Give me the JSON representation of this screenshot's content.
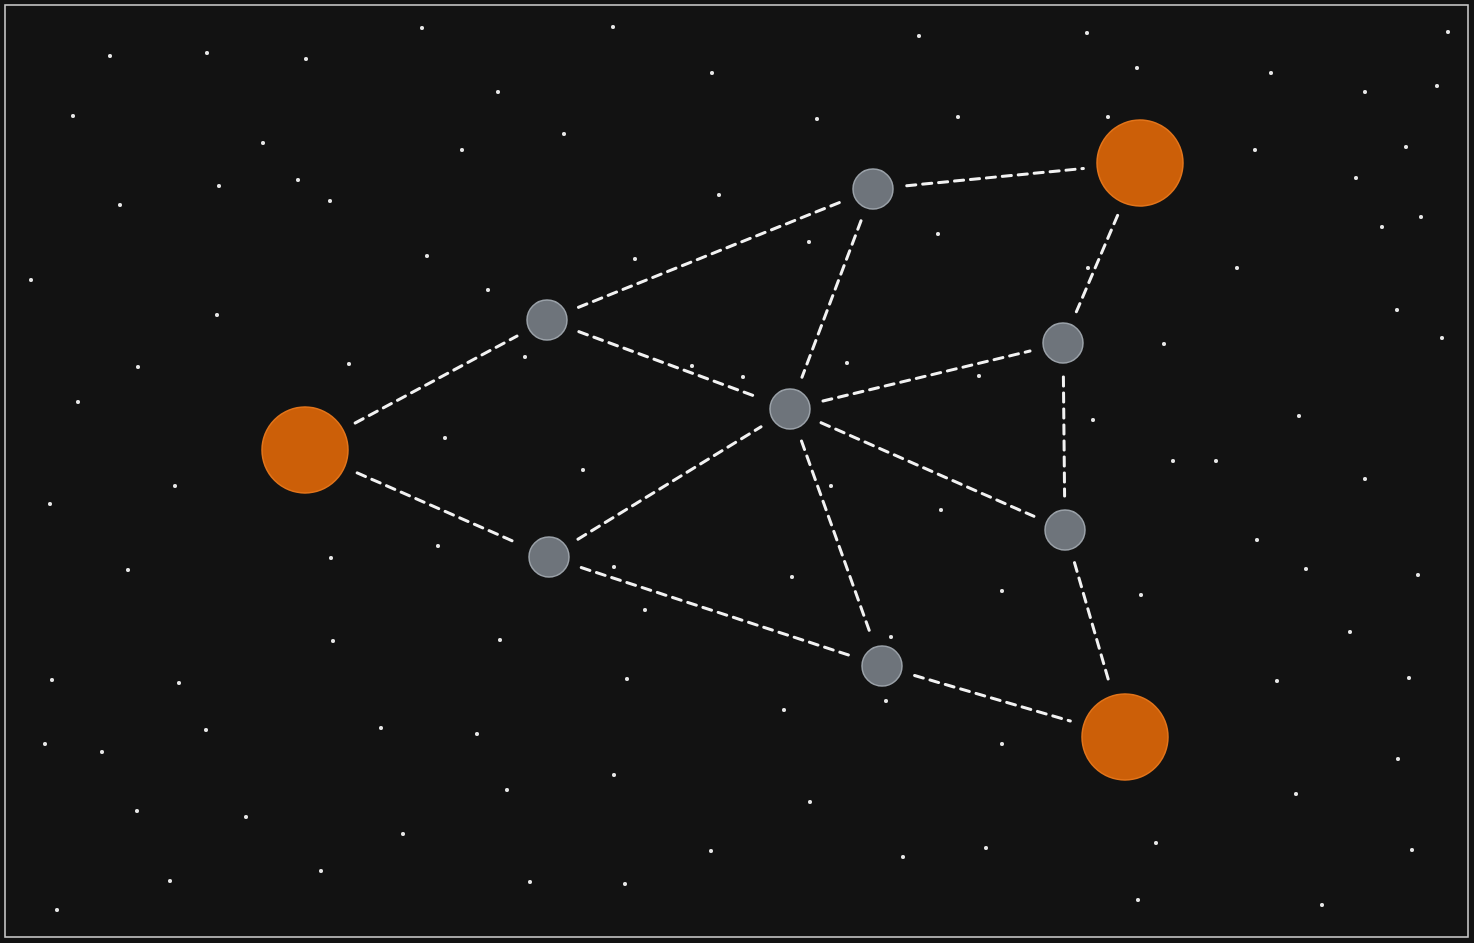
{
  "colors": {
    "background": "#121212",
    "frame": "#c8c8c8",
    "star": "#e8e8e8",
    "edge": "#f2f2f2",
    "gray_node_fill": "#6e747b",
    "gray_node_stroke": "#9aa1a8",
    "orange_node_fill": "#cc5f08",
    "orange_node_stroke": "#e2741a"
  },
  "nodes": [
    {
      "id": "orange-left",
      "kind": "orange"
    },
    {
      "id": "orange-top-right",
      "kind": "orange"
    },
    {
      "id": "orange-bottom-right",
      "kind": "orange"
    },
    {
      "id": "gray-upper-left",
      "kind": "gray"
    },
    {
      "id": "gray-lower-left",
      "kind": "gray"
    },
    {
      "id": "gray-center",
      "kind": "gray"
    },
    {
      "id": "gray-top",
      "kind": "gray"
    },
    {
      "id": "gray-right-upper",
      "kind": "gray"
    },
    {
      "id": "gray-right-lower",
      "kind": "gray"
    },
    {
      "id": "gray-bottom",
      "kind": "gray"
    }
  ],
  "edges": [
    [
      "orange-left",
      "gray-upper-left"
    ],
    [
      "orange-left",
      "gray-lower-left"
    ],
    [
      "gray-upper-left",
      "gray-top"
    ],
    [
      "gray-upper-left",
      "gray-center"
    ],
    [
      "gray-lower-left",
      "gray-center"
    ],
    [
      "gray-lower-left",
      "gray-bottom"
    ],
    [
      "gray-top",
      "orange-top-right"
    ],
    [
      "gray-top",
      "gray-center"
    ],
    [
      "orange-top-right",
      "gray-right-upper"
    ],
    [
      "gray-center",
      "gray-right-upper"
    ],
    [
      "gray-center",
      "gray-right-lower"
    ],
    [
      "gray-center",
      "gray-bottom"
    ],
    [
      "gray-right-upper",
      "gray-right-lower"
    ],
    [
      "gray-right-lower",
      "orange-bottom-right"
    ],
    [
      "gray-bottom",
      "orange-bottom-right"
    ]
  ]
}
